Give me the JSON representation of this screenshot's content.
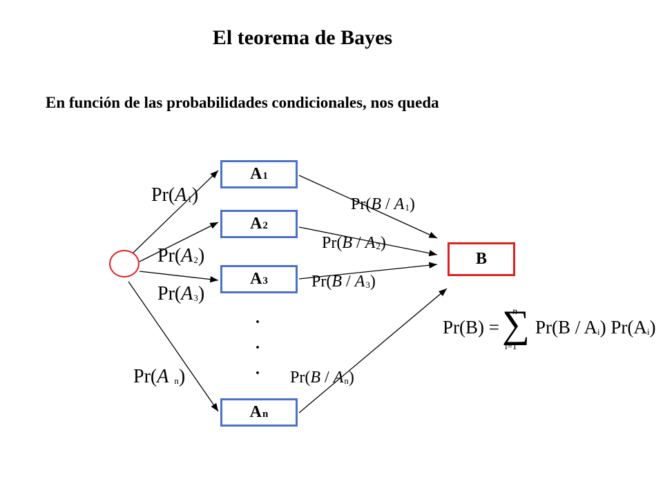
{
  "title": "El teorema de Bayes",
  "subtitle": "En función de las probabilidades condicionales, nos queda",
  "boxes": {
    "a1": {
      "letter": "A",
      "sub": "1"
    },
    "a2": {
      "letter": "A",
      "sub": "2"
    },
    "a3": {
      "letter": "A",
      "sub": "3"
    },
    "an": {
      "letter": "A",
      "sub": "n"
    },
    "b": {
      "label": "B"
    }
  },
  "dots": [
    ".",
    ".",
    "."
  ],
  "prior_labels": {
    "a1": {
      "pre": "Pr(",
      "var": "A",
      "sub": "1",
      "post": ")"
    },
    "a2": {
      "pre": "Pr(",
      "var": "A",
      "sub": "2",
      "post": ")"
    },
    "a3": {
      "pre": "Pr(",
      "var": "A",
      "sub": "3",
      "post": ")"
    },
    "an": {
      "pre": "Pr(",
      "var": "A",
      "sub": "n",
      "post": ")"
    }
  },
  "cond_labels": {
    "a1": {
      "pre": "Pr(",
      "b": "B",
      "slash": " / ",
      "var": "A",
      "sub": "1",
      "post": ")"
    },
    "a2": {
      "pre": "Pr(",
      "b": "B",
      "slash": " / ",
      "var": "A",
      "sub": "2",
      "post": ")"
    },
    "a3": {
      "pre": "Pr(",
      "b": "B",
      "slash": " / ",
      "var": "A",
      "sub": "3",
      "post": ")"
    },
    "an": {
      "pre": "Pr(",
      "b": "B",
      "slash": " / ",
      "var": "A",
      "sub": "n",
      "post": ")"
    }
  },
  "formula": {
    "lhs": "Pr(B) =",
    "sigma": "∑",
    "upper": "n",
    "lower": "i=1",
    "term1_pre": "Pr(B / A",
    "term1_sub": "i",
    "term2_pre": ") Pr(A",
    "term2_sub": "i",
    "close": ")"
  },
  "colors": {
    "box_a_border": "#4a72c8",
    "box_b_border": "#e02020",
    "origin_border": "#e02020"
  }
}
